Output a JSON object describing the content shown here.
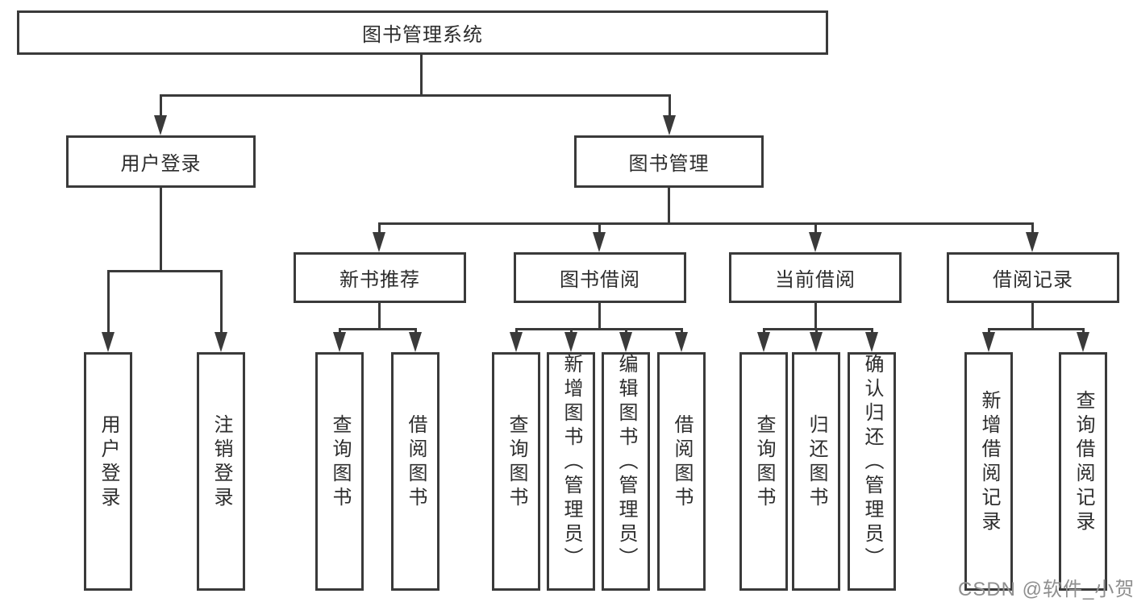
{
  "diagram": {
    "root": {
      "label": "图书管理系统"
    },
    "level2": {
      "user_login": "用户登录",
      "book_mgmt": "图书管理"
    },
    "level3": {
      "new_book": "新书推荐",
      "book_borrow": "图书借阅",
      "current_borrow": "当前借阅",
      "borrow_records": "借阅记录"
    },
    "leaves": {
      "user_login": [
        "用户登录",
        "注销登录"
      ],
      "new_book": [
        "查询图书",
        "借阅图书"
      ],
      "book_borrow": [
        "查询图书",
        "新增图书（管理员）",
        "编辑图书（管理员）",
        "借阅图书"
      ],
      "current_borrow": [
        "查询图书",
        "归还图书",
        "确认归还（管理员）"
      ],
      "borrow_records": [
        "新增借阅记录",
        "查询借阅记录"
      ]
    },
    "watermark": "CSDN @软件_小贺同学",
    "colors": {
      "line": "#3a3a3a",
      "text": "#2d2d2d",
      "watermark": "#8f8f8f",
      "background": "#ffffff"
    }
  }
}
